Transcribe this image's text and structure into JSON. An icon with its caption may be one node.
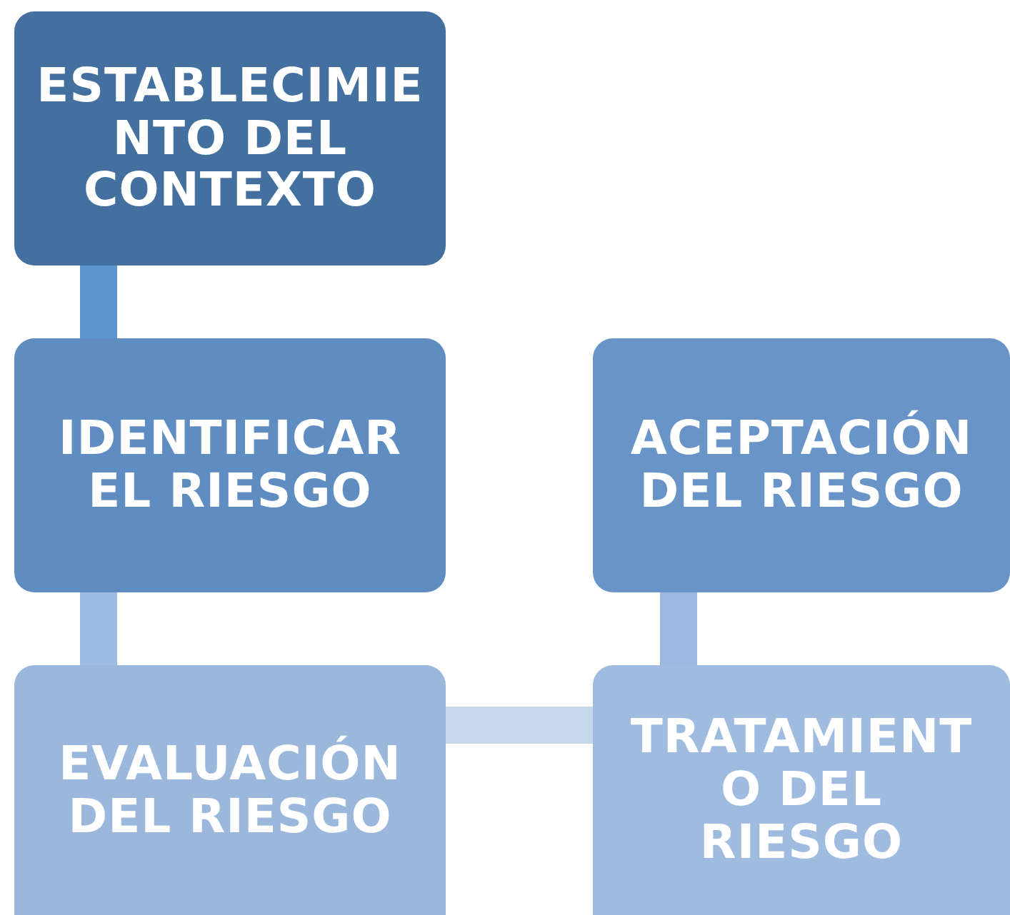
{
  "diagram": {
    "nodes": [
      {
        "text": [
          "ESTABLECIMIENTO DEL CONTEXTO"
        ]
      },
      {
        "text": [
          "IDENTIFICAR EL RIESGO"
        ]
      },
      {
        "text": [
          "EVALUACIÓN DEL RIESGO"
        ]
      },
      {
        "text": [
          "ACEPTACIÓN DEL RIESGO"
        ]
      },
      {
        "text": [
          "TRATAMIENTO DEL RIESGO"
        ]
      }
    ],
    "edges": [
      {
        "from": 0,
        "to": 1,
        "arrow": "none",
        "color": "#5b96d0"
      },
      {
        "from": 1,
        "to": 2,
        "arrow": "none",
        "color": "#9dbde2"
      },
      {
        "from": 2,
        "to": 4,
        "arrow": "none",
        "color": "#c6d7ed"
      },
      {
        "from": 4,
        "to": 3,
        "arrow": "none",
        "color": "#9cb9df"
      }
    ]
  }
}
